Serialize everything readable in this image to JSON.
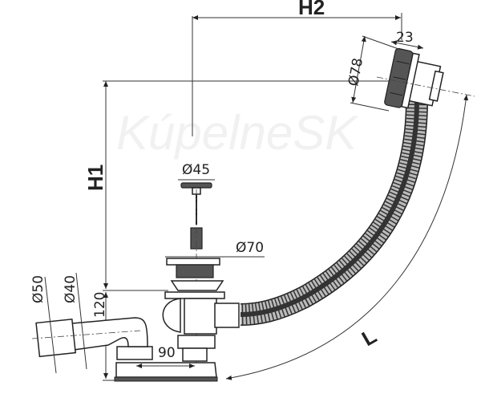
{
  "watermark": "KúpelneSK",
  "dimensions": {
    "h2": "H2",
    "h1": "H1",
    "overflow_depth": "23",
    "overflow_diameter": "Ø78",
    "plug_diameter": "Ø45",
    "waste_diameter": "Ø70",
    "outlet_outer_diameter": "Ø50",
    "outlet_inner_diameter": "Ø40",
    "trap_height": "120",
    "outlet_offset": "90",
    "hose_length": "L"
  },
  "colors": {
    "line": "#222222",
    "fill_dark": "#555555"
  }
}
